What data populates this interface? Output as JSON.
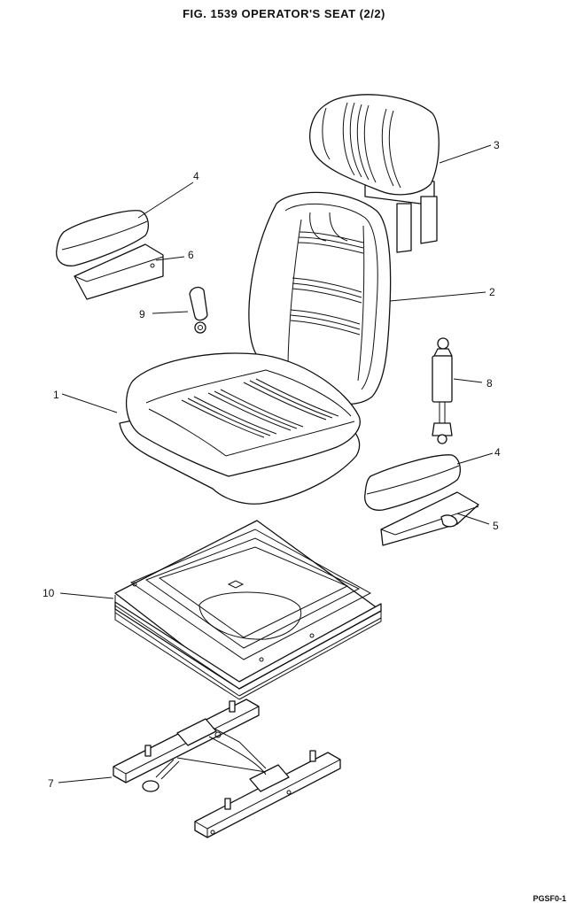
{
  "header": {
    "title": "FIG. 1539   OPERATOR'S SEAT (2/2)"
  },
  "footer": {
    "page_ref": "PGSF0-1"
  },
  "callouts": [
    {
      "number": "1",
      "part": "seat-cushion"
    },
    {
      "number": "2",
      "part": "backrest"
    },
    {
      "number": "3",
      "part": "headrest"
    },
    {
      "number": "4",
      "part": "armrest-left"
    },
    {
      "number": "4",
      "part": "armrest-right"
    },
    {
      "number": "5",
      "part": "armrest-bracket-right"
    },
    {
      "number": "6",
      "part": "armrest-bracket-left"
    },
    {
      "number": "7",
      "part": "seat-slide-rails"
    },
    {
      "number": "8",
      "part": "damper"
    },
    {
      "number": "9",
      "part": "adjust-knob"
    },
    {
      "number": "10",
      "part": "suspension-base"
    }
  ]
}
